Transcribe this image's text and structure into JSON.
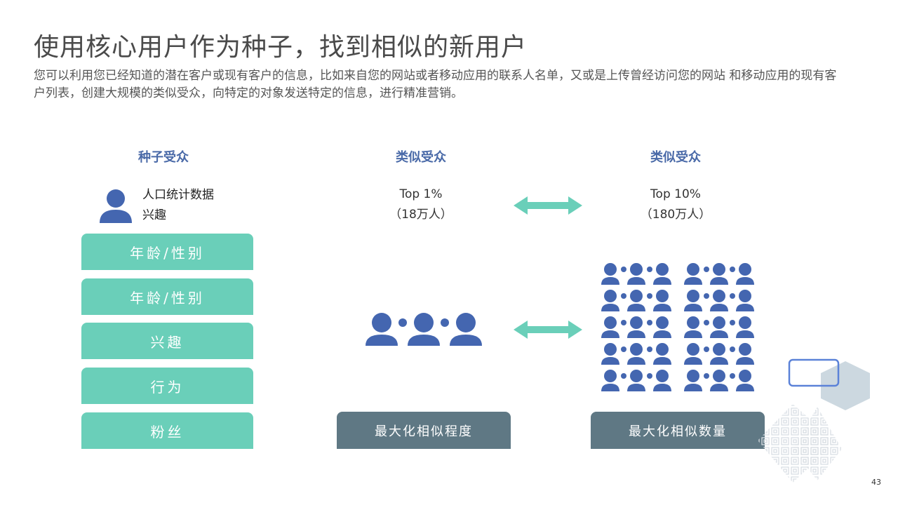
{
  "title": "使用核心用户作为种子，找到相似的新用户",
  "subtitle": "您可以利用您已经知道的潜在客户或现有客户的信息，比如来自您的网站或者移动应用的联系人名单，又或是上传曾经访问您的网站 和移动应用的现有客户列表，创建大规模的类似受众，向特定的对象发送特定的信息，进行精准营销。",
  "seed": {
    "heading": "种子受众",
    "lines": [
      "人口统计数据",
      "兴趣"
    ],
    "boxes": [
      "年龄/性别",
      "年龄/性别",
      "兴趣",
      "行为",
      "粉丝"
    ]
  },
  "similar_left": {
    "heading": "类似受众",
    "top": "Top 1%",
    "count": "（18万人）",
    "button": "最大化相似程度"
  },
  "similar_right": {
    "heading": "类似受众",
    "top": "Top 10%",
    "count": "（180万人）",
    "button": "最大化相似数量"
  },
  "colors": {
    "accent_teal": "#6acfb9",
    "heading_blue": "#4a6aa8",
    "person_blue": "#4466b0",
    "button_gray": "#5f7884"
  },
  "page_number": "43"
}
